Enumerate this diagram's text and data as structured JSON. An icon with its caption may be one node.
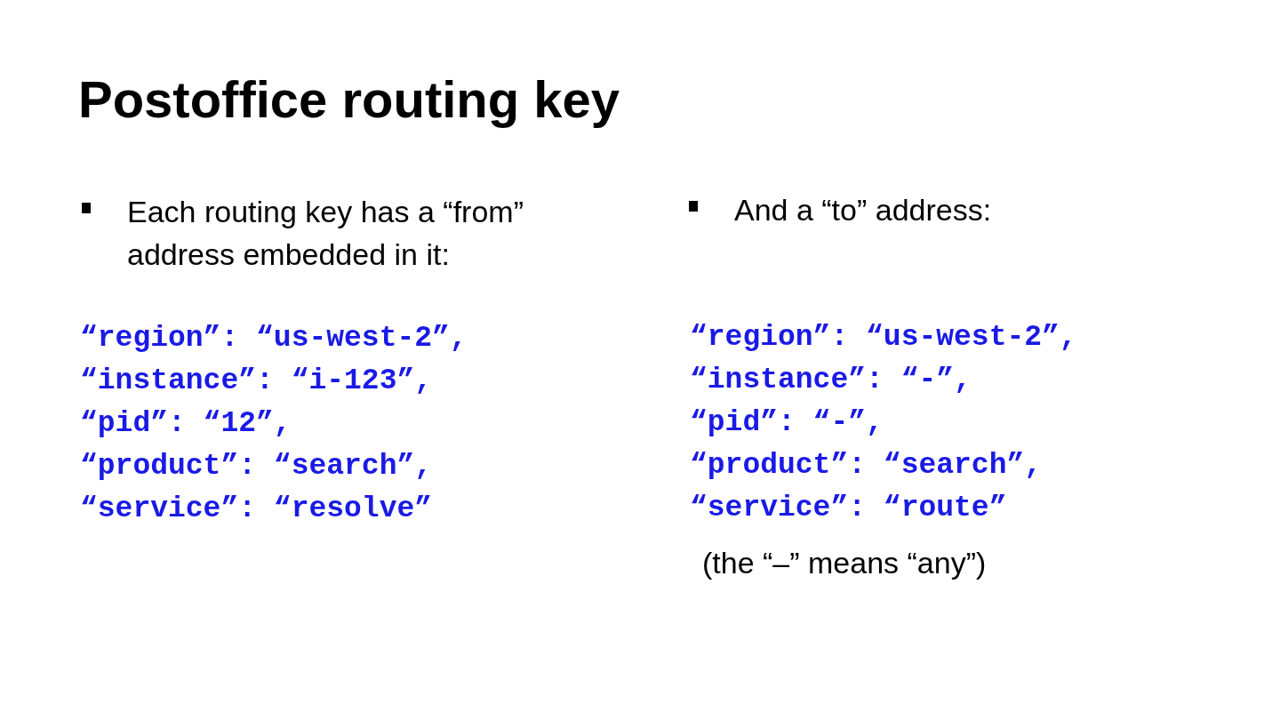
{
  "diagram": {
    "title": "Postoffice routing key",
    "labels": [
      "Each routing key has a “from” address embedded in it:",
      "“region”: “us-west-2”,",
      "“instance”: “i-123”,",
      "“pid”: “12”,",
      "“product”: “search”,",
      "“service”: “resolve”",
      "And a “to” address:",
      "“region”: “us-west-2”,",
      "“instance”: “-”,",
      "“pid”: “-”,",
      "“product”: “search”,",
      "“service”: “route”",
      "(the “–” means “any”)"
    ]
  }
}
